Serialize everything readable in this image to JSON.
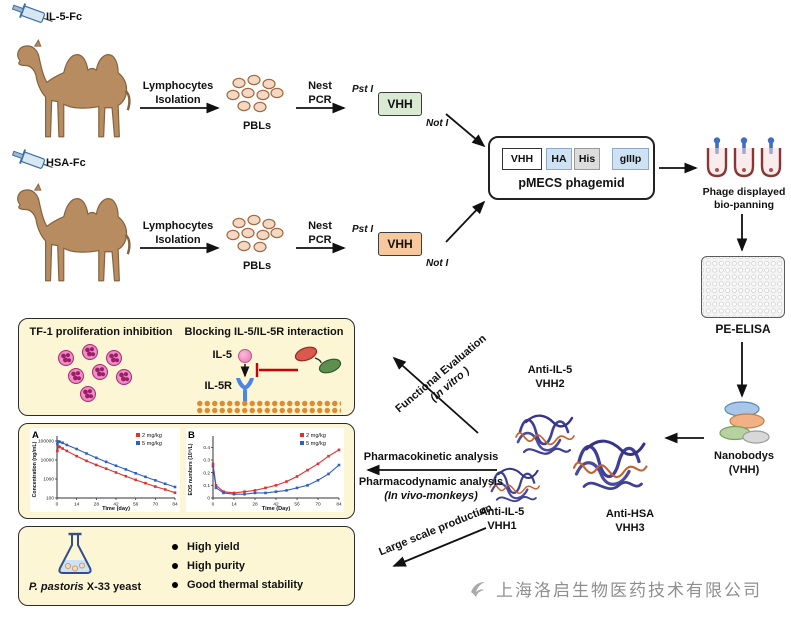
{
  "colors": {
    "panel_bg": "#fcf6d5",
    "vhh_green": "#d9ead3",
    "vhh_orange": "#f7c89b",
    "tag_blue": "#cfe2f3",
    "tag_gray": "#dcdcdc",
    "series_red": "#e03131",
    "series_blue": "#2f5fc4",
    "inhibit_red": "#cc0000"
  },
  "flow": {
    "row1": {
      "antigen": "IL-5-Fc",
      "iso1": "Lymphocytes",
      "iso2": "Isolation",
      "pbls": "PBLs",
      "pcr1": "Nest",
      "pcr2": "PCR",
      "site5": "Pst I",
      "gene": "VHH",
      "site3": "Not I"
    },
    "row2": {
      "antigen": "HSA-Fc",
      "iso1": "Lymphocytes",
      "iso2": "Isolation",
      "pbls": "PBLs",
      "pcr1": "Nest",
      "pcr2": "PCR",
      "site5": "Pst I",
      "gene": "VHH",
      "site3": "Not I"
    },
    "phagemid": {
      "vhh": "VHH",
      "ha": "HA",
      "his": "His",
      "giiip": "gIIIp",
      "name": "pMECS phagemid"
    },
    "panning1": "Phage displayed",
    "panning2": "bio-panning",
    "elisa": "PE-ELISA",
    "nano1": "Nanobodys",
    "nano2": "(VHH)"
  },
  "proteins": {
    "vhh2a": "Anti-IL-5",
    "vhh2b": "VHH2",
    "vhh1a": "Anti-IL-5",
    "vhh1b": "VHH1",
    "vhh3a": "Anti-HSA",
    "vhh3b": "VHH3"
  },
  "evaluation": {
    "functional1": "Functional Evaluation",
    "functional2": "(In vitro )",
    "pk": "Pharmacokinetic analysis",
    "pd1": "Pharmacodynamic analysis",
    "pd2": "(In vivo-monkeys)",
    "production": "Large scale production"
  },
  "panel_tf1": {
    "title": "TF-1 proliferation inhibition",
    "blocking_title": "Blocking IL-5/IL-5R interaction",
    "il5": "IL-5",
    "il5r": "IL-5R"
  },
  "panel_yeast": {
    "species": "P. pastoris",
    "strain": " X-33 yeast",
    "bullets": [
      "High yield",
      "High purity",
      "Good thermal stability"
    ]
  },
  "watermark": "上海洛启生物医药技术有限公司",
  "chart_data": [
    {
      "id": "pk-A",
      "type": "line",
      "panel_label": "A",
      "xlabel": "Time (day)",
      "ylabel": "Concentration (ng/mL)",
      "x_ticks": [
        0,
        14,
        28,
        42,
        56,
        70,
        84
      ],
      "y_ticks": [
        100,
        1000,
        10000,
        100000
      ],
      "y_scale": "log",
      "xlim": [
        0,
        84
      ],
      "ylim": [
        100,
        100000
      ],
      "grid": false,
      "legend_position": "top-right",
      "series": [
        {
          "name": "2 mg/kg",
          "color": "#e03131",
          "x": [
            0.25,
            1,
            2,
            4,
            7,
            14,
            21,
            28,
            35,
            42,
            49,
            56,
            63,
            70,
            77,
            84
          ],
          "y": [
            30000,
            52000,
            48000,
            40000,
            30000,
            16000,
            9000,
            5500,
            3500,
            2200,
            1400,
            900,
            600,
            400,
            280,
            190
          ]
        },
        {
          "name": "5 mg/kg",
          "color": "#2f5fc4",
          "x": [
            0.25,
            1,
            2,
            4,
            7,
            14,
            21,
            28,
            35,
            42,
            49,
            56,
            63,
            70,
            77,
            84
          ],
          "y": [
            70000,
            95000,
            90000,
            80000,
            62000,
            38000,
            22000,
            13000,
            8000,
            5000,
            3200,
            2000,
            1300,
            850,
            560,
            380
          ]
        }
      ]
    },
    {
      "id": "pd-B",
      "type": "line",
      "panel_label": "B",
      "xlabel": "Time (Day)",
      "ylabel": "EOS numbers (10⁹/L)",
      "x_ticks": [
        0,
        14,
        28,
        42,
        56,
        70,
        84
      ],
      "y_ticks": [
        0,
        0.1,
        0.2,
        0.3,
        0.4
      ],
      "y_scale": "linear",
      "xlim": [
        0,
        84
      ],
      "ylim": [
        0,
        0.45
      ],
      "grid": false,
      "legend_position": "top-right",
      "series": [
        {
          "name": "2 mg/kg",
          "color": "#e03131",
          "x": [
            0,
            2,
            7,
            14,
            21,
            28,
            35,
            42,
            49,
            56,
            63,
            70,
            77,
            84
          ],
          "y": [
            0.27,
            0.1,
            0.05,
            0.04,
            0.05,
            0.06,
            0.08,
            0.1,
            0.13,
            0.17,
            0.22,
            0.27,
            0.33,
            0.38
          ]
        },
        {
          "name": "5 mg/kg",
          "color": "#2f5fc4",
          "x": [
            0,
            2,
            7,
            14,
            21,
            28,
            35,
            42,
            49,
            56,
            63,
            70,
            77,
            84
          ],
          "y": [
            0.25,
            0.08,
            0.04,
            0.03,
            0.03,
            0.04,
            0.04,
            0.05,
            0.06,
            0.08,
            0.1,
            0.14,
            0.19,
            0.26
          ]
        }
      ]
    }
  ]
}
